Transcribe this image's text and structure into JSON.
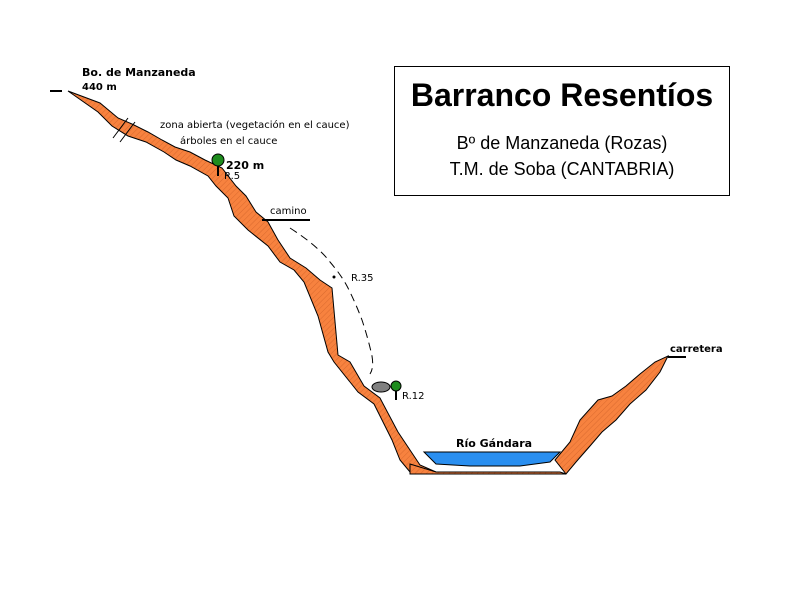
{
  "title": "Barranco Resentíos",
  "subtitle_line1": "Bº de Manzaneda (Rozas)",
  "subtitle_line2": "T.M. de Soba (CANTABRIA)",
  "start_name": "Bo. de Manzaneda",
  "start_altitude": "440 m",
  "open_zone_line1": "zona abierta (vegetación en el cauce)",
  "open_zone_line2": "árboles en el cauce",
  "altitude_220": "220 m",
  "rappel_5": "R.5",
  "path_label": "camino",
  "rappel_35": "R.35",
  "rappel_12": "R.12",
  "river_name": "Río Gándara",
  "road_label": "carretera",
  "colors": {
    "rock": "#f7823f",
    "water": "#2a8ff0",
    "tree": "#1e8c1e",
    "line": "#000000"
  }
}
